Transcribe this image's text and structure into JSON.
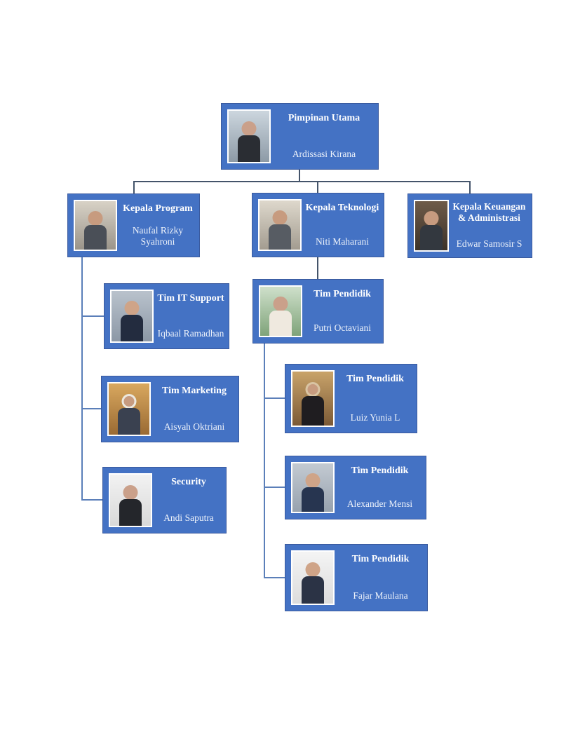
{
  "chart": {
    "kind": "org-chart",
    "box_fill": "#4472C4",
    "box_border": "#3A5A9E",
    "title_color": "#FFFFFF",
    "name_color": "#EDF2FA",
    "connector_color_level1": "#44546A",
    "connector_color_branch": "#5B7FB9",
    "photo_frame_color": "#FFFFFF",
    "background": "#FFFFFF"
  },
  "nodes": [
    {
      "title": "Pimpinan Utama",
      "name": "Ardissasi Kirana",
      "reports_to": null,
      "photo": {
        "desc": "woman seated on black office chair by high-rise window",
        "bg1": "#ccd6de",
        "bg2": "#8d9aa6",
        "suit": "#2a2d33",
        "skin": "#caa08a"
      }
    },
    {
      "title": "Kepala Program",
      "name": "Naufal Rizky Syahroni",
      "reports_to": "Pimpinan Utama",
      "photo": {
        "desc": "man in gray suit standing in study room",
        "bg1": "#d8d2c6",
        "bg2": "#9a948a",
        "suit": "#4a4f57",
        "skin": "#c79b7f"
      }
    },
    {
      "title": "Kepala Teknologi",
      "name": "Niti Maharani",
      "reports_to": "Pimpinan Utama",
      "photo": {
        "desc": "woman standing in office with bookshelf",
        "bg1": "#ded8cc",
        "bg2": "#a39c90",
        "suit": "#575c63",
        "skin": "#c79b7f"
      }
    },
    {
      "title": "Kepala Keuangan & Administrasi",
      "name": "Edwar Samosir S",
      "reports_to": "Pimpinan Utama",
      "photo": {
        "desc": "man in dark suit before dark bookshelf",
        "bg1": "#6e5b49",
        "bg2": "#3c3228",
        "suit": "#33383f",
        "skin": "#c79b7f"
      }
    },
    {
      "title": "Tim IT Support",
      "name": "Iqbaal Ramadhan",
      "reports_to": "Kepala Program",
      "photo": {
        "desc": "man in navy suit, gray studio backdrop",
        "bg1": "#b9c2cc",
        "bg2": "#8c98a6",
        "suit": "#232c3f",
        "skin": "#cfa488"
      }
    },
    {
      "title": "Tim Marketing",
      "name": "Aisyah Oktriani",
      "reports_to": "Kepala Program",
      "photo": {
        "desc": "woman in white hijab in golden ornate hall",
        "bg1": "#d9a85f",
        "bg2": "#9a6a33",
        "suit": "#3a4150",
        "skin": "#c79b7f",
        "hijab": "#ece8de"
      }
    },
    {
      "title": "Security",
      "name": "Andi Saputra",
      "reports_to": "Kepala Program",
      "photo": {
        "desc": "man in black suit full body, white backdrop",
        "bg1": "#f2f2f2",
        "bg2": "#d9d9d9",
        "suit": "#24262b",
        "skin": "#caa08a"
      }
    },
    {
      "title": "Tim Pendidik",
      "name": "Putri Octaviani",
      "reports_to": "Kepala Teknologi",
      "photo": {
        "desc": "woman seated at table among green plants",
        "bg1": "#cfe0cb",
        "bg2": "#7fa379",
        "suit": "#efe9df",
        "skin": "#caa08a"
      }
    },
    {
      "title": "Tim Pendidik",
      "name": "Luiz Yunia L",
      "reports_to": "Tim Pendidik (Putri Octaviani)",
      "photo": {
        "desc": "woman in beige hijab and dark top, warm library",
        "bg1": "#c9a36a",
        "bg2": "#7c5a36",
        "suit": "#1f1d20",
        "skin": "#c79b7f",
        "hijab": "#d9c4a3"
      }
    },
    {
      "title": "Tim Pendidik",
      "name": "Alexander Mensi",
      "reports_to": "Tim Pendidik (Putri Octaviani)",
      "photo": {
        "desc": "man in navy suit with arms crossed, gray backdrop",
        "bg1": "#c3cad2",
        "bg2": "#97a2ae",
        "suit": "#273550",
        "skin": "#cfa488"
      }
    },
    {
      "title": "Tim Pendidik",
      "name": "Fajar Maulana",
      "reports_to": "Tim Pendidik (Putri Octaviani)",
      "photo": {
        "desc": "man in dark suit with arms crossed, white backdrop",
        "bg1": "#f4f4f4",
        "bg2": "#dcdcdc",
        "suit": "#2b3345",
        "skin": "#cfa488"
      }
    }
  ]
}
